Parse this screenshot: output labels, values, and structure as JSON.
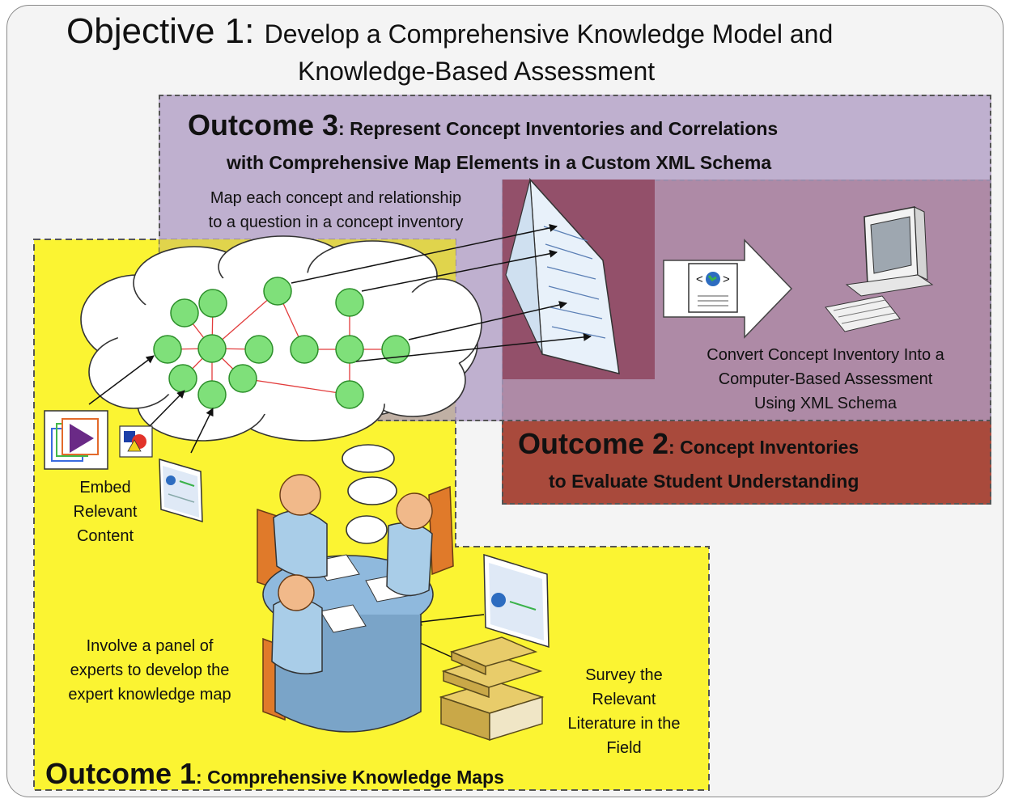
{
  "objective": {
    "prefix": "Objective 1:",
    "title_line1": "Develop a Comprehensive Knowledge Model and",
    "title_line2": "Knowledge-Based Assessment"
  },
  "outcome3": {
    "prefix": "Outcome 3",
    "title_line1": ": Represent Concept Inventories and Correlations",
    "title_line2": "with Comprehensive Map Elements in a Custom XML Schema",
    "map_note_line1": "Map each concept and relationship",
    "map_note_line2": "to a question in a concept inventory",
    "convert_line1": "Convert Concept Inventory Into a",
    "convert_line2": "Computer-Based Assessment",
    "convert_line3": "Using XML Schema"
  },
  "outcome2": {
    "prefix": "Outcome 2",
    "title_line1": ": Concept Inventories",
    "title_line2": "to Evaluate Student Understanding"
  },
  "outcome1": {
    "prefix": "Outcome 1",
    "title": ": Comprehensive Knowledge Maps",
    "embed_line1": "Embed",
    "embed_line2": "Relevant",
    "embed_line3": "Content",
    "panel_line1": "Involve a panel of",
    "panel_line2": "experts to develop the",
    "panel_line3": "expert knowledge map",
    "survey_line1": "Survey the",
    "survey_line2": "Relevant",
    "survey_line3": "Literature in the",
    "survey_line4": "Field"
  },
  "colors": {
    "outcome1_fill": "#fbf432",
    "outcome2_fill": "#a94a3c",
    "outcome3_fill": "#c3b3cf",
    "overlap_fill": "#93506a",
    "node_fill": "#7fe07a",
    "edge_color": "#e23c3c"
  },
  "icons": [
    "media-player-icon",
    "shapes-icon",
    "web-page-icon",
    "document-icon",
    "xml-file-icon",
    "computer-icon",
    "books-icon",
    "experts-meeting-icon",
    "thought-cloud-icon",
    "arrow-right-icon"
  ]
}
